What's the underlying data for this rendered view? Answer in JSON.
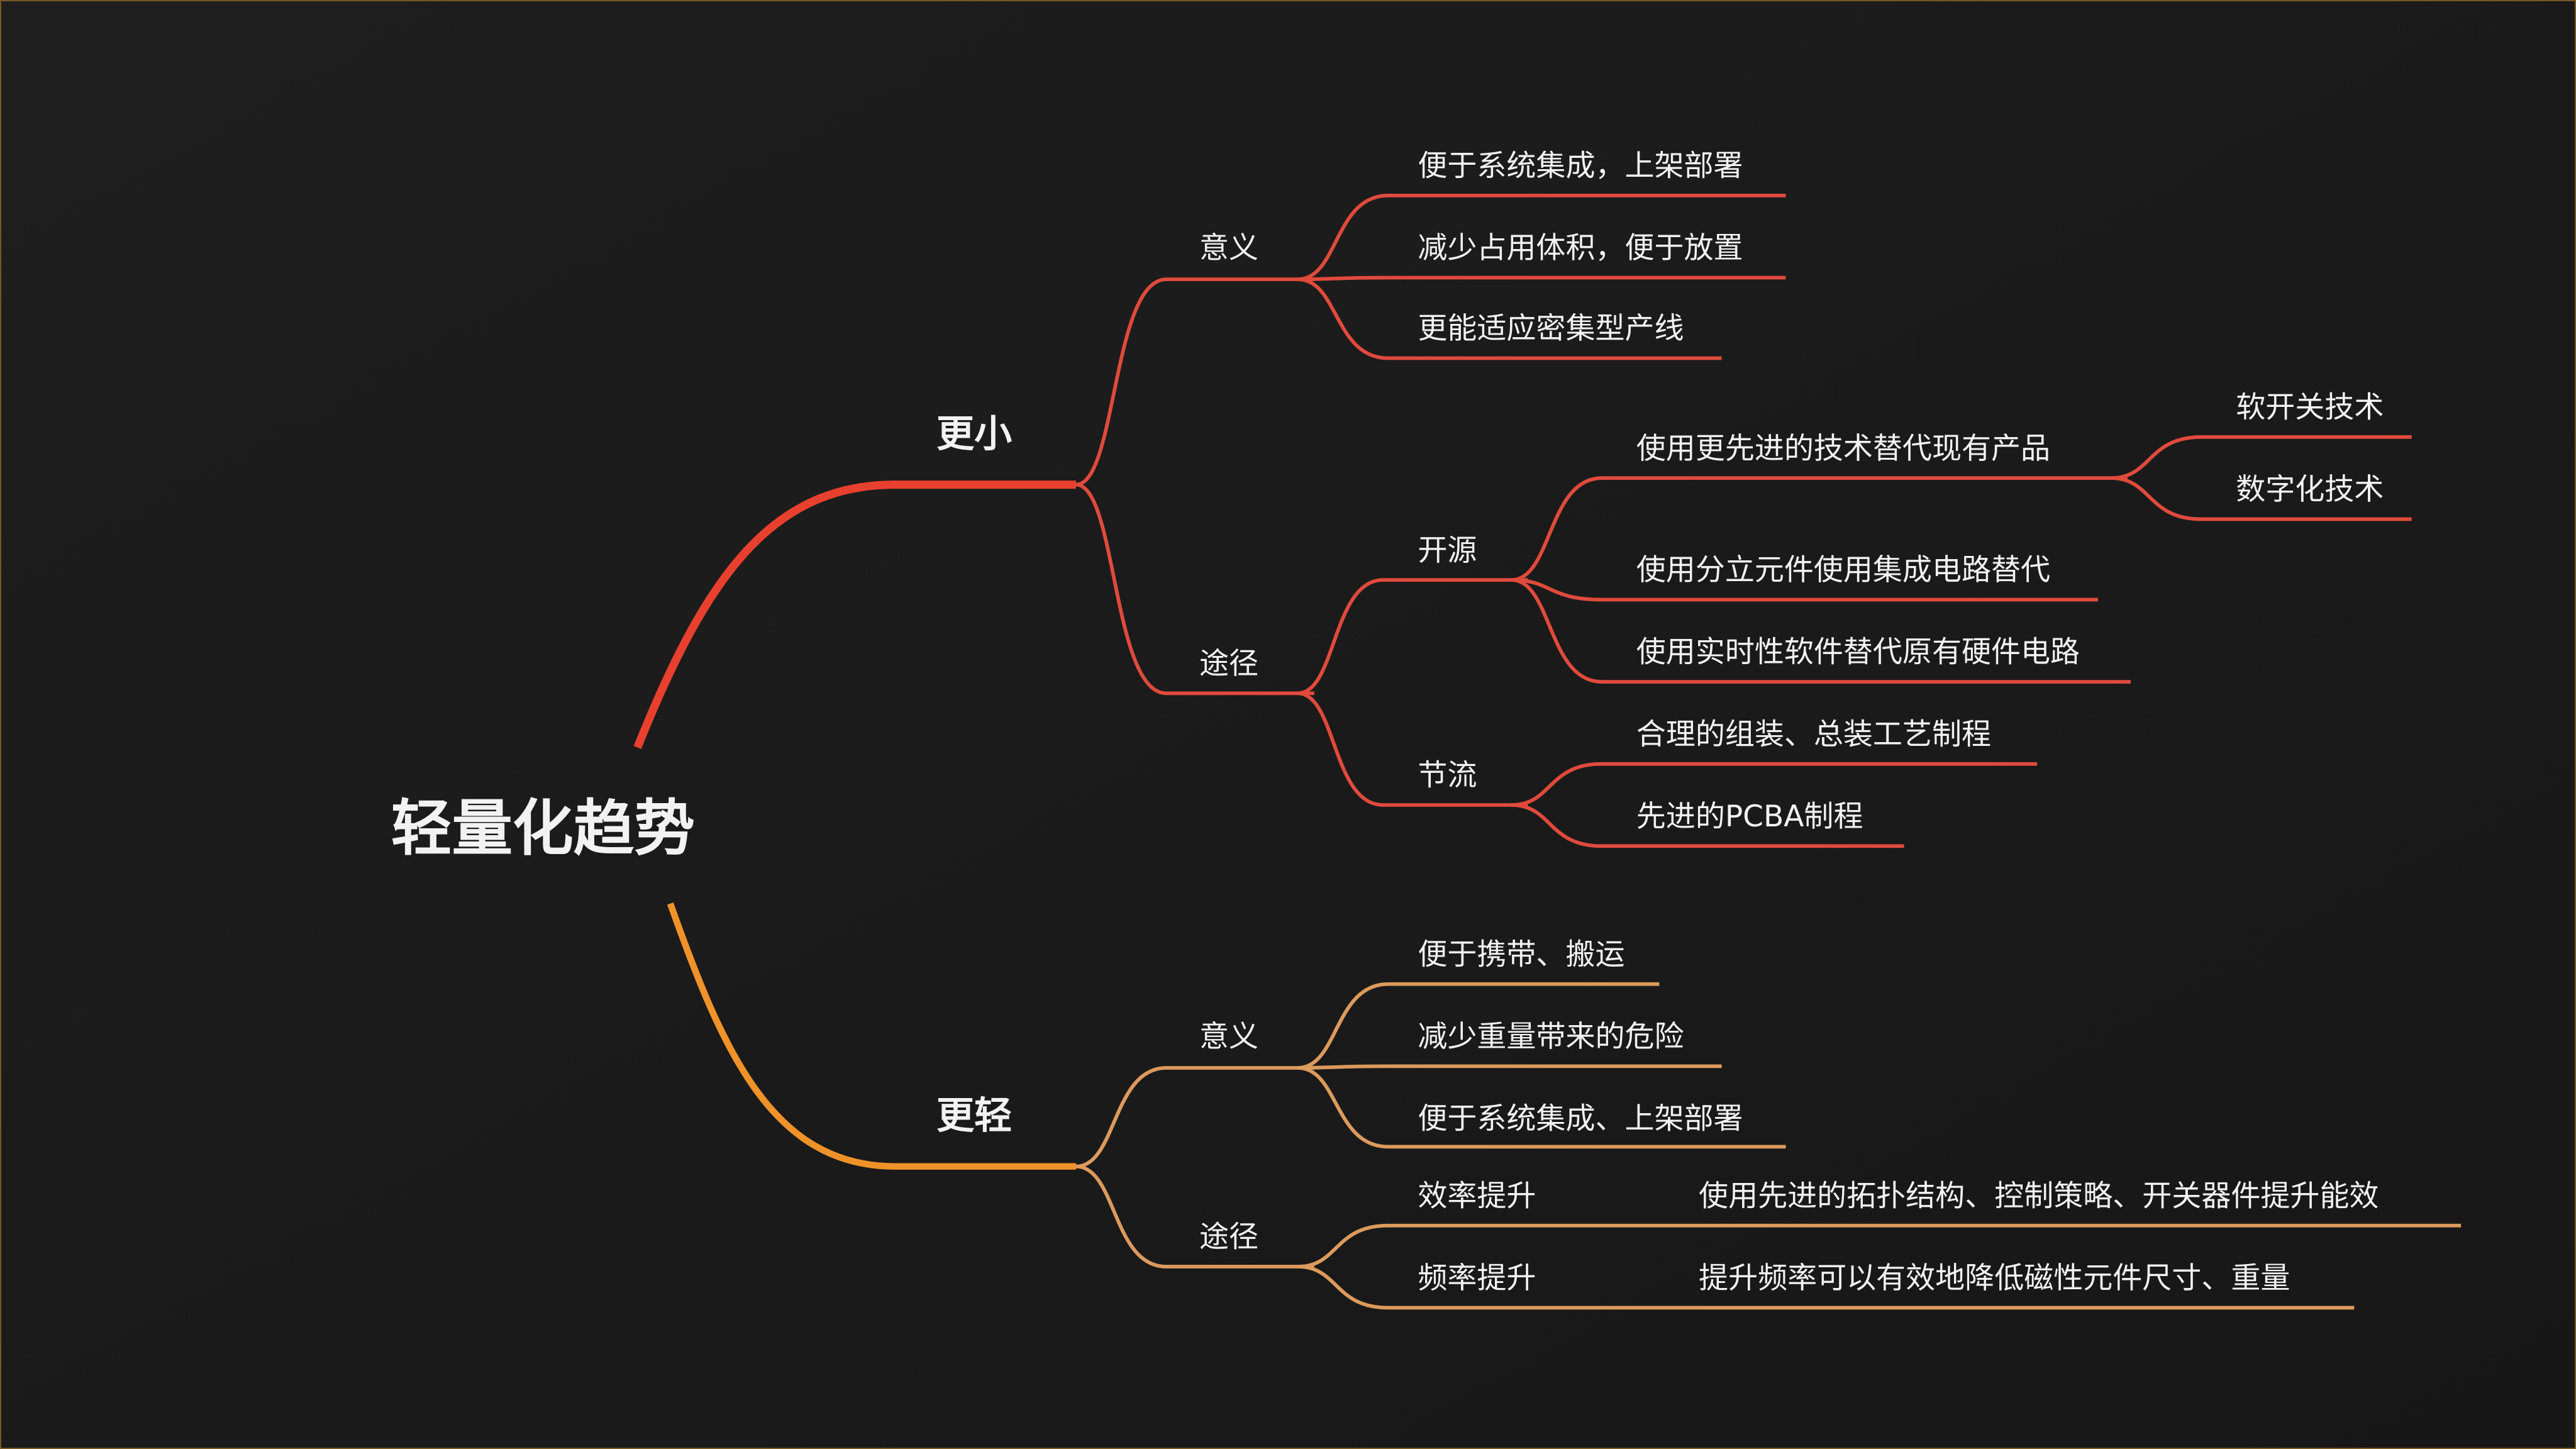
{
  "colors": {
    "background": "#1b1b1b",
    "smaller_branch": "#e04a3c",
    "lighter_branch": "#dc9a5c",
    "root_red": "#e8402e",
    "root_orange": "#f0922a"
  },
  "root": "轻量化趋势",
  "smaller": {
    "label": "更小",
    "meaning": {
      "label": "意义",
      "items": [
        "便于系统集成，上架部署",
        "减少占用体积，便于放置",
        "更能适应密集型产线"
      ]
    },
    "path": {
      "label": "途径",
      "open_source": {
        "label": "开源",
        "items": [
          {
            "label": "使用更先进的技术替代现有产品",
            "children": [
              "软开关技术",
              "数字化技术"
            ]
          },
          {
            "label": "使用分立元件使用集成电路替代"
          },
          {
            "label": "使用实时性软件替代原有硬件电路"
          }
        ]
      },
      "reduce_cost": {
        "label": "节流",
        "items": [
          "合理的组装、总装工艺制程",
          "先进的PCBA制程"
        ]
      }
    }
  },
  "lighter": {
    "label": "更轻",
    "meaning": {
      "label": "意义",
      "items": [
        "便于携带、搬运",
        "减少重量带来的危险",
        "便于系统集成、上架部署"
      ]
    },
    "path": {
      "label": "途径",
      "items": [
        {
          "label": "效率提升",
          "detail": "使用先进的拓扑结构、控制策略、开关器件提升能效"
        },
        {
          "label": "频率提升",
          "detail": "提升频率可以有效地降低磁性元件尺寸、重量"
        }
      ]
    }
  }
}
